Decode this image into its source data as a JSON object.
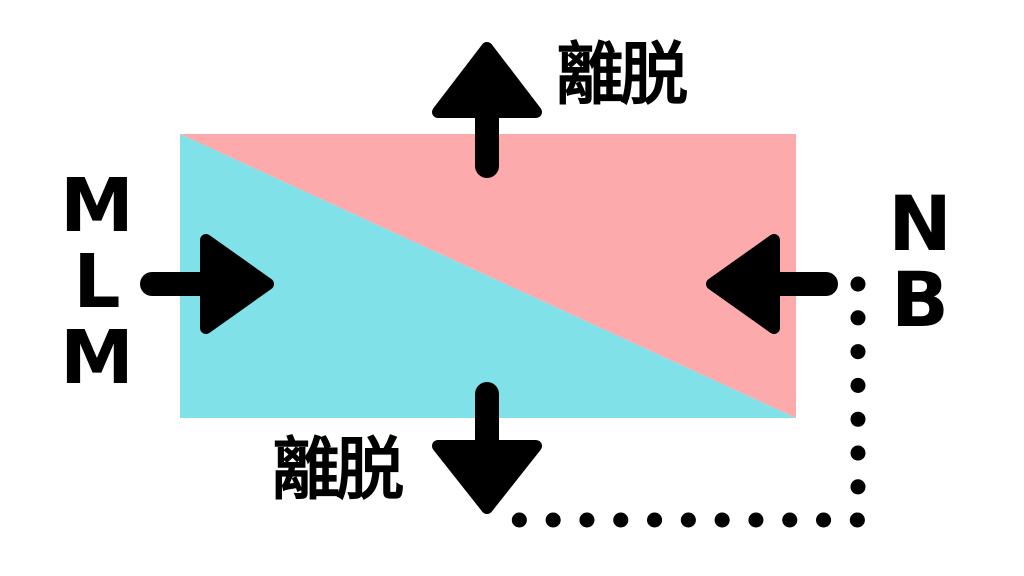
{
  "labels": {
    "top": "離脱",
    "bottom": "離脱",
    "left": "MLM",
    "right": "NB"
  },
  "colors": {
    "pink": "#fdaaad",
    "cyan": "#80e1e8",
    "ink": "#000000",
    "background": "#ffffff"
  }
}
